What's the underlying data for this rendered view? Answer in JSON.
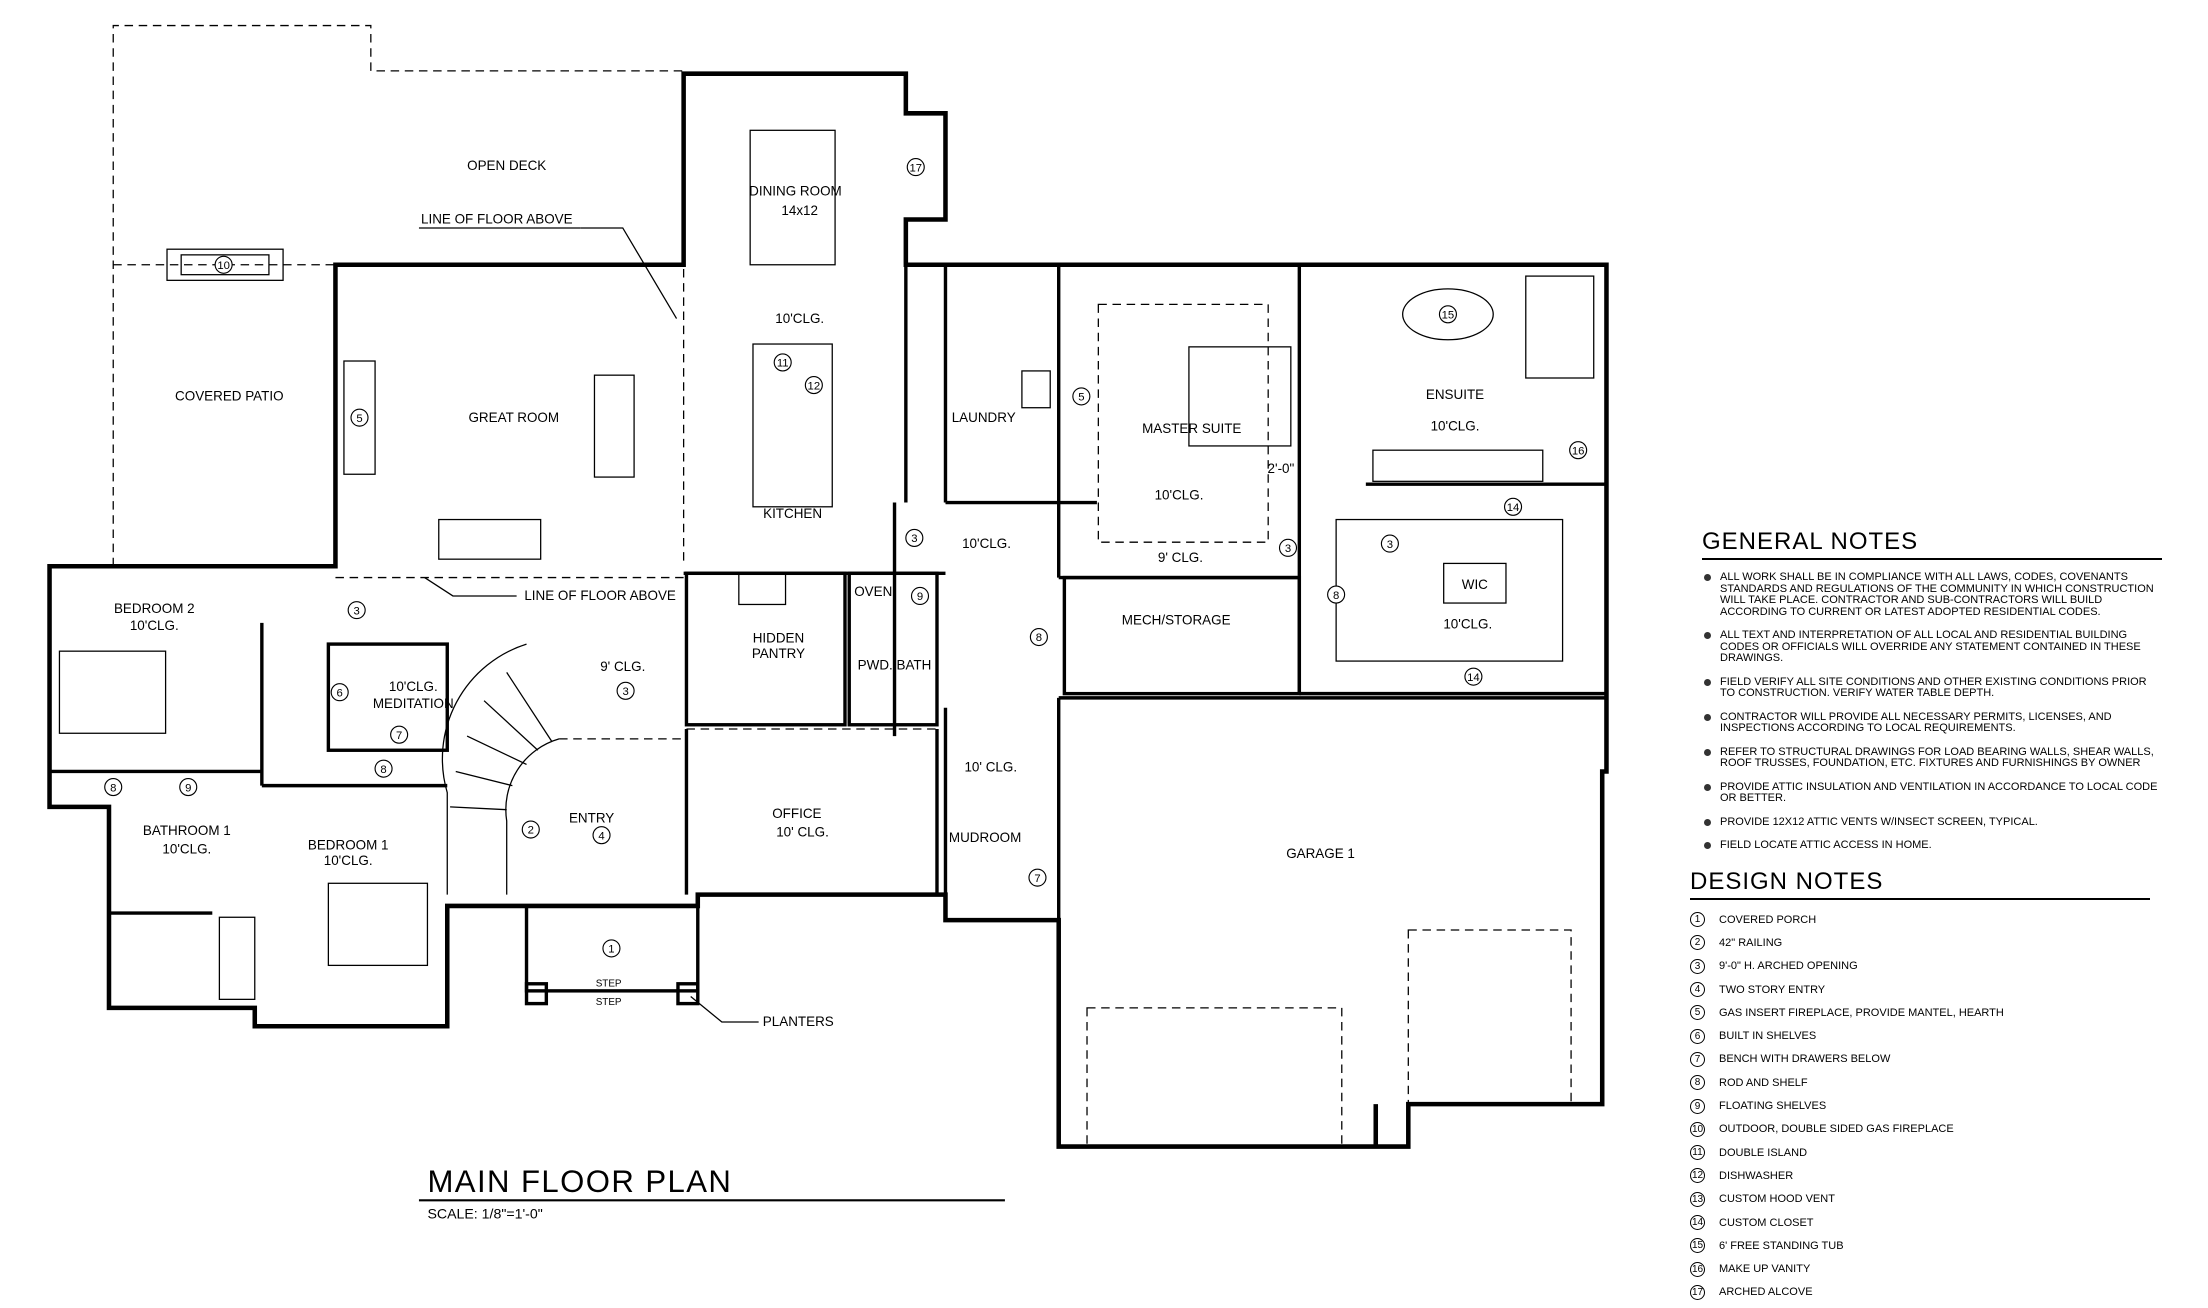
{
  "drawing": {
    "title": "MAIN FLOOR PLAN",
    "scale": "SCALE:  1/8\"=1'-0\""
  },
  "rooms": {
    "open_deck": "OPEN DECK",
    "dining_room": "DINING ROOM",
    "dining_size": "14x12",
    "line_floor_above_1": "LINE OF FLOOR ABOVE",
    "line_floor_above_2": "LINE OF FLOOR ABOVE",
    "covered_patio": "COVERED PATIO",
    "great_room": "GREAT ROOM",
    "kitchen_clg": "10'CLG.",
    "kitchen": "KITCHEN",
    "laundry": "LAUNDRY",
    "master_suite": "MASTER SUITE",
    "master_clg": "10'CLG.",
    "dim_2_0": "2'-0\"",
    "ensuite": "ENSUITE",
    "ensuite_clg": "10'CLG.",
    "hall_clg": "10'CLG.",
    "master_hall_clg": "9' CLG.",
    "wic": "WIC",
    "wic_clg": "10'CLG.",
    "mech_storage": "MECH/STORAGE",
    "bedroom2": "BEDROOM 2",
    "bedroom2_clg": "10'CLG.",
    "hidden_pantry_1": "HIDDEN",
    "hidden_pantry_2": "PANTRY",
    "oven": "OVEN",
    "pwd_bath": "PWD. BATH",
    "stair_clg": "9' CLG.",
    "meditation_clg": "10'CLG.",
    "meditation": "MEDITATION",
    "entry": "ENTRY",
    "office": "OFFICE",
    "office_clg": "10' CLG.",
    "mud_clg": "10' CLG.",
    "mudroom": "MUDROOM",
    "bathroom1": "BATHROOM 1",
    "bathroom1_clg": "10'CLG.",
    "bedroom1": "BEDROOM 1",
    "bedroom1_clg": "10'CLG.",
    "garage": "GARAGE 1",
    "step1": "STEP",
    "step2": "STEP",
    "planters": "PLANTERS"
  },
  "callouts": [
    "10",
    "17",
    "5",
    "5",
    "11",
    "12",
    "15",
    "16",
    "14",
    "14",
    "3",
    "3",
    "3",
    "3",
    "3",
    "9",
    "8",
    "8",
    "6",
    "7",
    "8",
    "8",
    "9",
    "2",
    "4",
    "1",
    "7"
  ],
  "general_notes": {
    "title": "GENERAL NOTES",
    "items": [
      "ALL WORK SHALL BE IN COMPLIANCE WITH ALL LAWS, CODES, COVENANTS STANDARDS AND REGULATIONS OF THE COMMUNITY IN WHICH CONSTRUCTION WILL TAKE PLACE.  CONTRACTOR AND SUB-CONTRACTORS WILL BUILD ACCORDING TO CURRENT OR LATEST ADOPTED RESIDENTIAL CODES.",
      "ALL TEXT AND INTERPRETATION OF ALL LOCAL AND RESIDENTIAL BUILDING CODES OR OFFICIALS WILL OVERRIDE ANY STATEMENT CONTAINED IN THESE DRAWINGS.",
      "FIELD VERIFY ALL SITE CONDITIONS AND OTHER EXISTING CONDITIONS PRIOR TO CONSTRUCTION.  VERIFY WATER TABLE DEPTH.",
      "CONTRACTOR WILL PROVIDE ALL NECESSARY PERMITS, LICENSES, AND INSPECTIONS ACCORDING TO LOCAL REQUIREMENTS.",
      "REFER TO STRUCTURAL DRAWINGS FOR LOAD BEARING WALLS, SHEAR WALLS, ROOF TRUSSES, FOUNDATION, ETC.  FIXTURES AND FURNISHINGS BY OWNER",
      "PROVIDE ATTIC INSULATION AND VENTILATION IN ACCORDANCE TO LOCAL CODE OR BETTER.",
      "PROVIDE 12X12 ATTIC VENTS W/INSECT SCREEN, TYPICAL.",
      "FIELD LOCATE ATTIC ACCESS IN HOME."
    ]
  },
  "design_notes": {
    "title": "DESIGN NOTES",
    "items": [
      {
        "num": "1",
        "text": "COVERED PORCH"
      },
      {
        "num": "2",
        "text": "42\" RAILING"
      },
      {
        "num": "3",
        "text": "9'-0\" H. ARCHED OPENING"
      },
      {
        "num": "4",
        "text": "TWO STORY ENTRY"
      },
      {
        "num": "5",
        "text": "GAS INSERT FIREPLACE, PROVIDE MANTEL, HEARTH"
      },
      {
        "num": "6",
        "text": "BUILT IN SHELVES"
      },
      {
        "num": "7",
        "text": "BENCH WITH DRAWERS BELOW"
      },
      {
        "num": "8",
        "text": "ROD AND SHELF"
      },
      {
        "num": "9",
        "text": "FLOATING SHELVES"
      },
      {
        "num": "10",
        "text": "OUTDOOR, DOUBLE SIDED GAS FIREPLACE"
      },
      {
        "num": "11",
        "text": "DOUBLE ISLAND"
      },
      {
        "num": "12",
        "text": "DISHWASHER"
      },
      {
        "num": "13",
        "text": "CUSTOM HOOD VENT"
      },
      {
        "num": "14",
        "text": "CUSTOM CLOSET"
      },
      {
        "num": "15",
        "text": "6' FREE STANDING TUB"
      },
      {
        "num": "16",
        "text": "MAKE UP VANITY"
      },
      {
        "num": "17",
        "text": "ARCHED ALCOVE"
      }
    ]
  }
}
